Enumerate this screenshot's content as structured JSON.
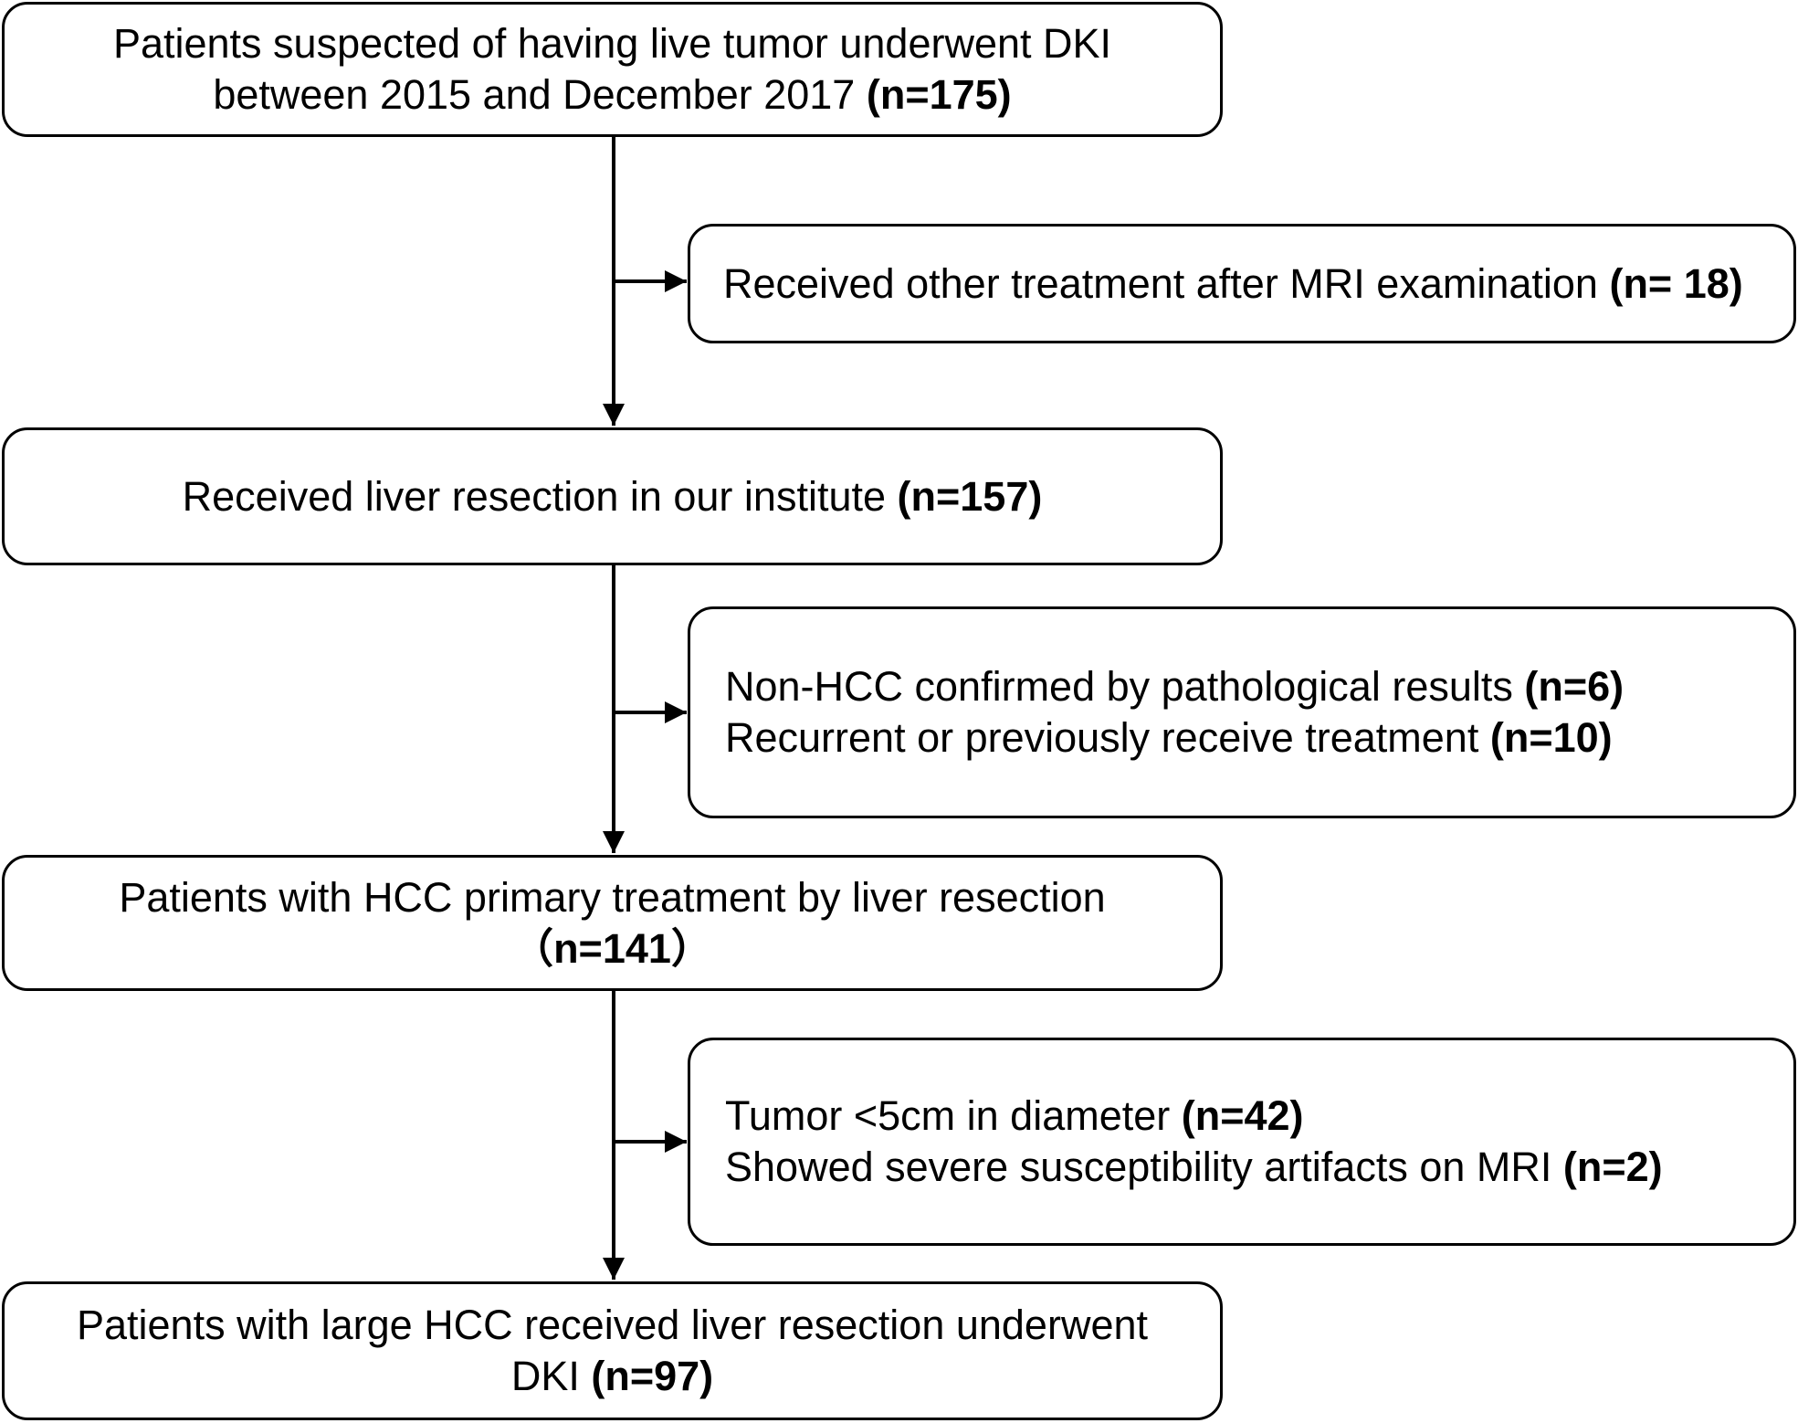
{
  "flowchart": {
    "box1": {
      "line1": "Patients suspected of having live tumor underwent DKI",
      "line2_text": "between 2015 and December 2017 ",
      "line2_count": "(n=175)"
    },
    "box2": {
      "text": "Received other treatment after MRI examination ",
      "count": "(n= 18)"
    },
    "box3": {
      "text": "Received liver resection in our institute ",
      "count": "(n=157)"
    },
    "box4": {
      "line1_text": "Non-HCC confirmed by pathological results ",
      "line1_count": "(n=6)",
      "line2_text": "Recurrent or previously receive treatment ",
      "line2_count": "(n=10)"
    },
    "box5": {
      "line1": "Patients with HCC primary treatment by liver resection",
      "line2_count": "（n=141）"
    },
    "box6": {
      "line1_text": "Tumor <5cm in diameter ",
      "line1_count": "(n=42)",
      "line2_text": "Showed severe susceptibility artifacts on MRI ",
      "line2_count": "(n=2)"
    },
    "box7": {
      "line1": "Patients with large HCC received liver resection underwent",
      "line2_text": "DKI ",
      "line2_count": "(n=97)"
    }
  },
  "colors": {
    "stroke": "#000000",
    "background": "#ffffff"
  }
}
